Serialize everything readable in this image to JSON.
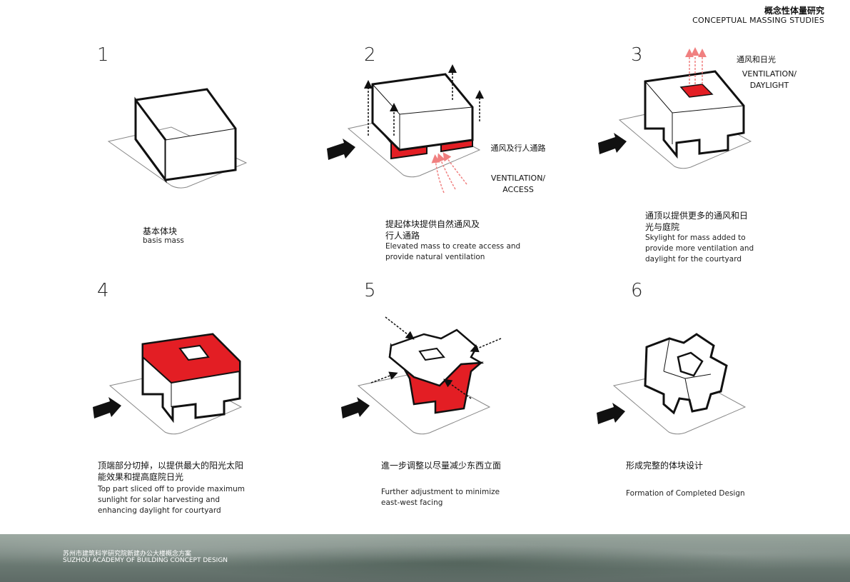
{
  "header": {
    "title_cn": "概念性体量研究",
    "title_en": "CONCEPTUAL MASSING STUDIES"
  },
  "steps": [
    {
      "number": "1",
      "caption_cn": "基本体块",
      "caption_en": "basis mass"
    },
    {
      "number": "2",
      "caption_cn": "提起体块提供自然通风及行人通路",
      "caption_en": "Elevated mass to create access and provide natural ventilation",
      "label_cn": "通风及行人通路",
      "label_en": "VENTILATION/ ACCESS"
    },
    {
      "number": "3",
      "caption_cn": "通顶以提供更多的通风和日光与庭院",
      "caption_en": "Skylight for mass added to provide more ventilation and daylight for the courtyard",
      "label_cn": "通风和日光",
      "label_en": "VENTILATION/ DAYLIGHT"
    },
    {
      "number": "4",
      "caption_cn": "顶端部分切掉，以提供最大的阳光太阳能效果和提高庭院日光",
      "caption_en": "Top part sliced off to provide maximum sunlight for solar harvesting and enhancing daylight for courtyard"
    },
    {
      "number": "5",
      "caption_cn": "進一步调整以尽量减少东西立面",
      "caption_en": "Further adjustment to minimize east-west facing"
    },
    {
      "number": "6",
      "caption_cn": "形成完整的体块设计",
      "caption_en": "Formation of Completed Design"
    }
  ],
  "footer": {
    "title_cn": "苏州市建筑科学研究院新建办公大楼概念方案",
    "title_en": "SUZHOU ACADEMY OF BUILDING CONCEPT DESIGN"
  },
  "colors": {
    "accent": "#e31e24",
    "arrow_light": "#f08080",
    "line": "#111111",
    "ground": "#888888"
  }
}
